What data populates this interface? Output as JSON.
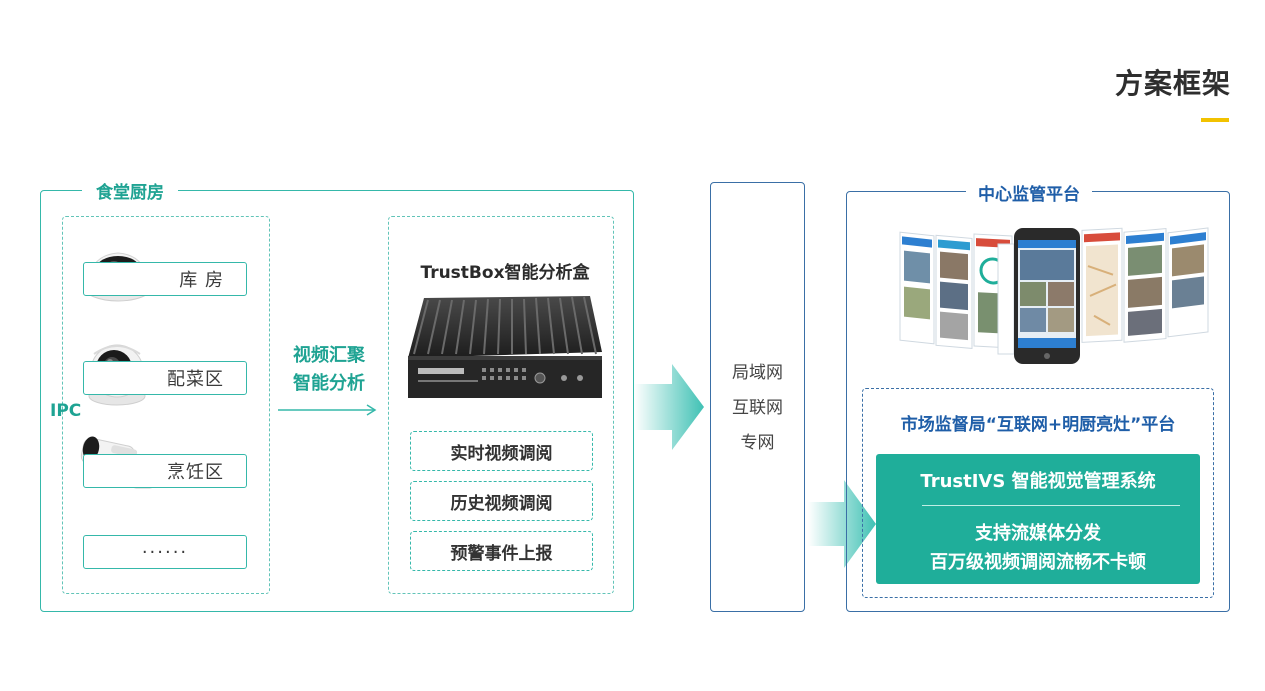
{
  "page": {
    "title": "方案框架"
  },
  "kitchen": {
    "title": "食堂厨房",
    "ipc_label": "IPC",
    "cameras": [
      {
        "label": "库 房"
      },
      {
        "label": "配菜区"
      },
      {
        "label": "烹饪区"
      },
      {
        "label": "······"
      }
    ],
    "flow": {
      "line1": "视频汇聚",
      "line2": "智能分析"
    },
    "box": {
      "title": "TrustBox智能分析盒",
      "features": [
        "实时视频调阅",
        "历史视频调阅",
        "预警事件上报"
      ]
    }
  },
  "network": {
    "items": [
      "局域网",
      "互联网",
      "专网"
    ]
  },
  "center": {
    "title": "中心监管平台",
    "platform_title": "市场监督局“互联网+明厨亮灶”平台",
    "system": {
      "title": "TrustIVS 智能视觉管理系统",
      "features": [
        "支持流媒体分发",
        "百万级视频调阅流畅不卡顿"
      ]
    }
  },
  "colors": {
    "teal": "#1fae9a",
    "blue": "#1f5ea8",
    "accent": "#f2c200"
  }
}
